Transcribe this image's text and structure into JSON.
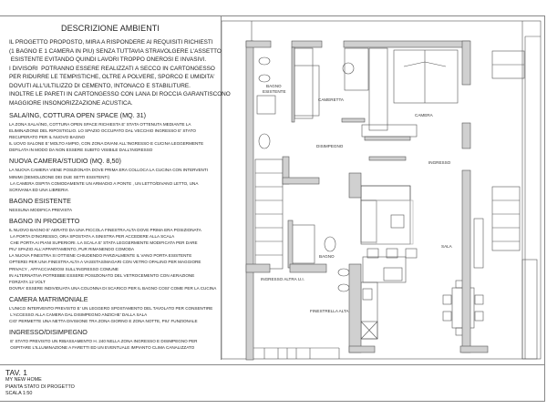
{
  "description": {
    "title": "DESCRIZIONE AMBIENTI",
    "intro": "IL PROGETTO PROPOSTO, MIRA A RISPONDERE AI REQUISITI RICHIESTI\n(1 BAGNO E 1 CAMERA IN PIU) SENZA TUTTAVIA STRAVOLGERE L'ASSETTO\n ESISTENTE EVITANDO QUINDI LAVORI TROPPO ONEROSI E INVASIVI.\nI DIVISORI  POTRANNO ESSERE REALIZZATI A SECCO IN CARTONGESSO\nPER RIDURRE LE TEMPISTICHE, OLTRE A POLVERE, SPORCO E UMIDITA'\nDOVUTI ALL'ULTILIZZO DI CEMENTO, INTONACO E STABILITURE.\nINOLTRE LE PARETI IN CARTONGESSO CON LANA DI ROCCIA GARANTISCONO\nMAGGIORE INSONORIZZAZIONE ACUSTICA.",
    "sections": [
      {
        "heading": "SALA/ING, COTTURA OPEN SPACE (MQ. 31)",
        "text": "LA ZONA SALA/ING, COTTURA OPEN SPACE RICHIESTA E' STATA OTTENUTA MEDIANTE LA\nELIMINAZIONE DEL RIPOSTIGLIO. LO SPAZIO OCCUPATO DAL VECCHIO INGRESSO E' STATO\nRECUPERATO PER IL NUOVO BAGNO\nIL UOVO SALONE E' MOLTO AMPIO, CON ZONA DIVANI ALL'INGRESSO E CUCINA LEGGERMENTE\nDEFILATA IN MODO DA NON ESSERE SUBITO VISIBILE DALL'INGRESSO"
      },
      {
        "heading": "NUOVA CAMERA/STUDIO (MQ. 8,50)",
        "text": "LA NUOVA CAMERA VIENE POSIZIONATA DOVE PRIMA ERA COLLOCA LA CUCINA CON INTERVENTI\nMINIMI (DEMOLIZIONE DEI DUE SETTI ESISTENTI)\n LA CAMERA OSPITA COMODAMENTE UN ARMADIO A PONTE , UN LETTO/DIVANO LETTO, UNA\nSCRIVANIA ED UNA LIBRERIA"
      },
      {
        "heading": "BAGNO ESISTENTE",
        "text": "NESSUNA MODIFICA PREVISTA"
      },
      {
        "heading": "BAGNO IN PROGETTO",
        "text": "IL NUOVO BAGNO E' AERATO DA UNA PICCOLA FINESTRA ALTA DOVE PRIMA ERA POSIZIONATA\n LA PORTA D'INGRESSO, ORA SPOSTATA A SINISTRA PER ACCEDERE ALLA SCALA\n CHE PORTA AI PIANI SUPERIORI. LA SCALA E' STATA LEGGERMENTE MODIFICATA PER DARE\nPIU' SPAZIO ALL'APPARTAMENTO, PUR RIMANENDO COMODA\nLA NUOVA FINESTRA SI OTTIENE CHIUDENDO PARZIALMENTE IL VANO PORTA ESISTENTE\nOPTEREI PER UNA FINESTRA ALTA A VASISTAS/MAGARI CON VETRO OPALINO PER MAGGIORE\nPRIVACY , AFFACCIANDOSI SULL'INGRESSO COMUNE\nIN ALTERNATIVA POTREBBE ESSERE POSIZIONATO DEL VETROCEMENTO CON AERAZIONE\nFORZATA 12 VOLT\nDOVRA' ESSERE INDIVIDUATA UNA COLONNA DI SCARICO PER IL BAGNO COSI' COME PER LA CUCINA"
      },
      {
        "heading": "CAMERA MATRIMONIALE",
        "text": "L'UNICO INTERVENTO PREVISTO E' UN LEGGERO SPOSTAMENTO DEL TAVOLATO PER CONSENTIRE\n L'ACCESSO ALLA CAMERA DAL DISIMPEGNO ANZICHE' DALLA SALA\nCIO' PERMETTE UNA NETTA DIVISIONE TRA ZONA GIORNO E ZONA NOTTE, PIU' FUNZIONALE"
      },
      {
        "heading": "INGRESSO/DISIMPEGNO",
        "text": " E' STATO PREVISTO UN RIBASSAMENTO H. 240 NELLA ZONA INGRESSO E DISIMPEGNO PER\n OSPITARE L'ILLUMINAZIONE A FARETTI ED UN EVENTUALE IMPIANTO CLIMA CANALIZZATO"
      }
    ]
  },
  "plan_labels": {
    "bagno_esistente_1": "BAGNO",
    "bagno_esistente_2": "ESISTENTE",
    "cameretta": "CAMERETTA",
    "camera": "CAMERA",
    "disimpegno": "DISIMPEGNO",
    "ingresso": "INGRESSO",
    "bagno": "BAGNO",
    "sala": "SALA",
    "ingresso_altra": "INGRESSO ALTRA U.I.",
    "finestrella": "FINESTRELLA ALTA"
  },
  "title_block": {
    "tav": "TAV. 1",
    "project": "MY NEW HOME",
    "drawing": "PIANTA STATO DI PROGETTO",
    "scale": "SCALA 1:50"
  },
  "colors": {
    "wall": "#d0d0d0",
    "line": "#555555"
  }
}
